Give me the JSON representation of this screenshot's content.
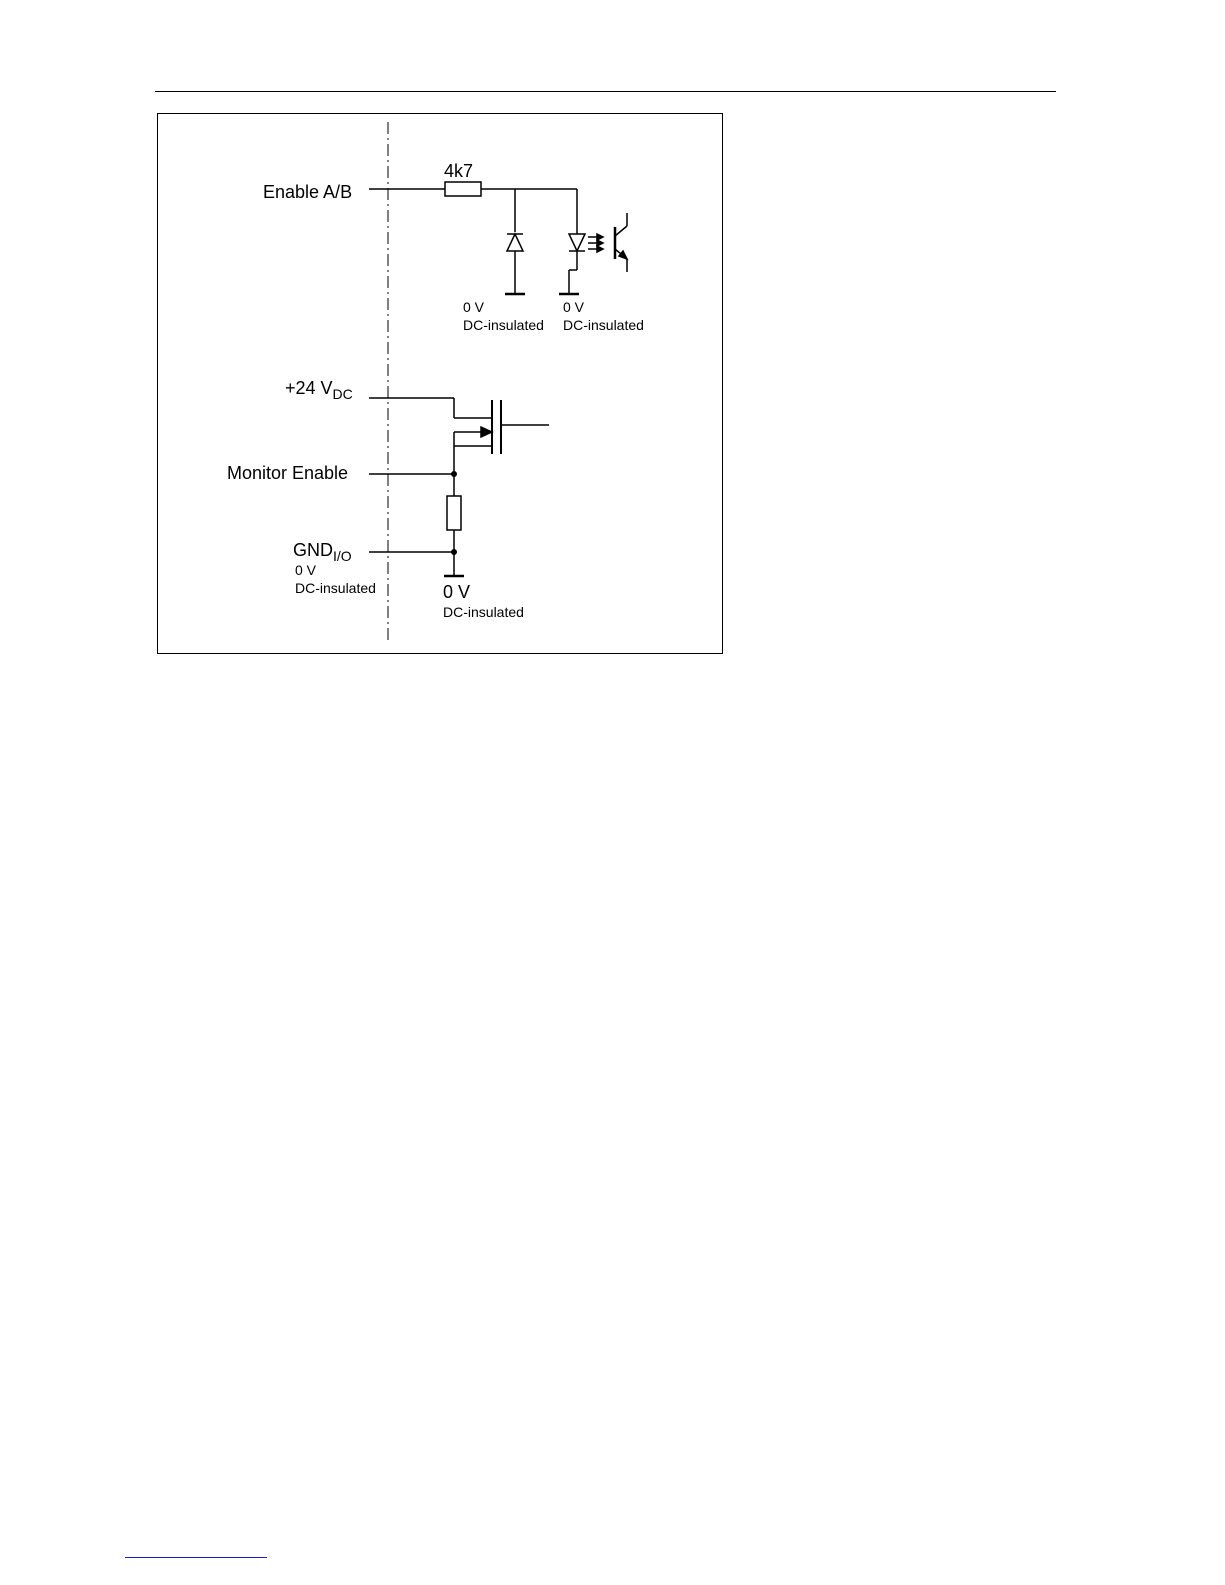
{
  "labels": {
    "enable_ab": "Enable A/B",
    "r1_value": "4k7",
    "gnd1_v": "0 V",
    "gnd1_desc": "DC-insulated",
    "gnd2_v": "0 V",
    "gnd2_desc": "DC-insulated",
    "supply_main": "+24 V",
    "supply_sub": "DC",
    "monitor_enable": "Monitor Enable",
    "gnd_io_main": "GND",
    "gnd_io_sub": "I/O",
    "gnd_io_v": "0 V",
    "gnd_io_desc": "DC-insulated",
    "gnd3_v": "0 V",
    "gnd3_desc": "DC-insulated"
  }
}
